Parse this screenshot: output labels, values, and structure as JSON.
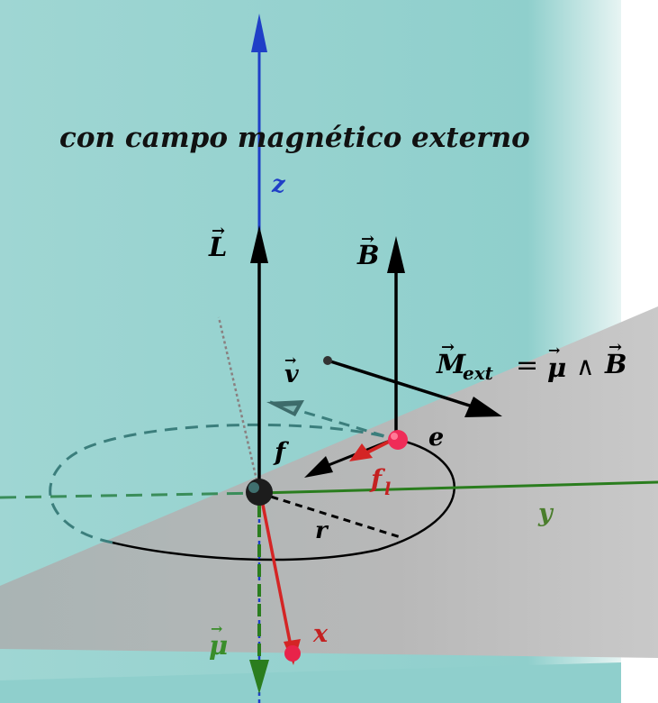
{
  "title": "con campo magnético externo",
  "labels": {
    "z_axis": "z",
    "y_axis": "y",
    "x_axis": "x",
    "L": "L",
    "B": "B",
    "v": "v",
    "f": "f",
    "fl_base": "f",
    "fl_sub": "l",
    "e": "e",
    "r": "r",
    "mu": "μ",
    "M_base": "M",
    "M_sub": "ext",
    "M_equals": "=",
    "M_mu": "μ",
    "M_wedge": "∧",
    "M_B": "B",
    "vec_arrow": "→"
  },
  "colors": {
    "teal_plane": "#8ecfcc",
    "gray_plane": "#b3b3b3",
    "z_axis": "#1f3fc7",
    "y_axis": "#2a7d1e",
    "x_axis": "#d42525",
    "vectors": "#000000",
    "mu_label": "#3a8d2a",
    "fl_label": "#c42020"
  }
}
